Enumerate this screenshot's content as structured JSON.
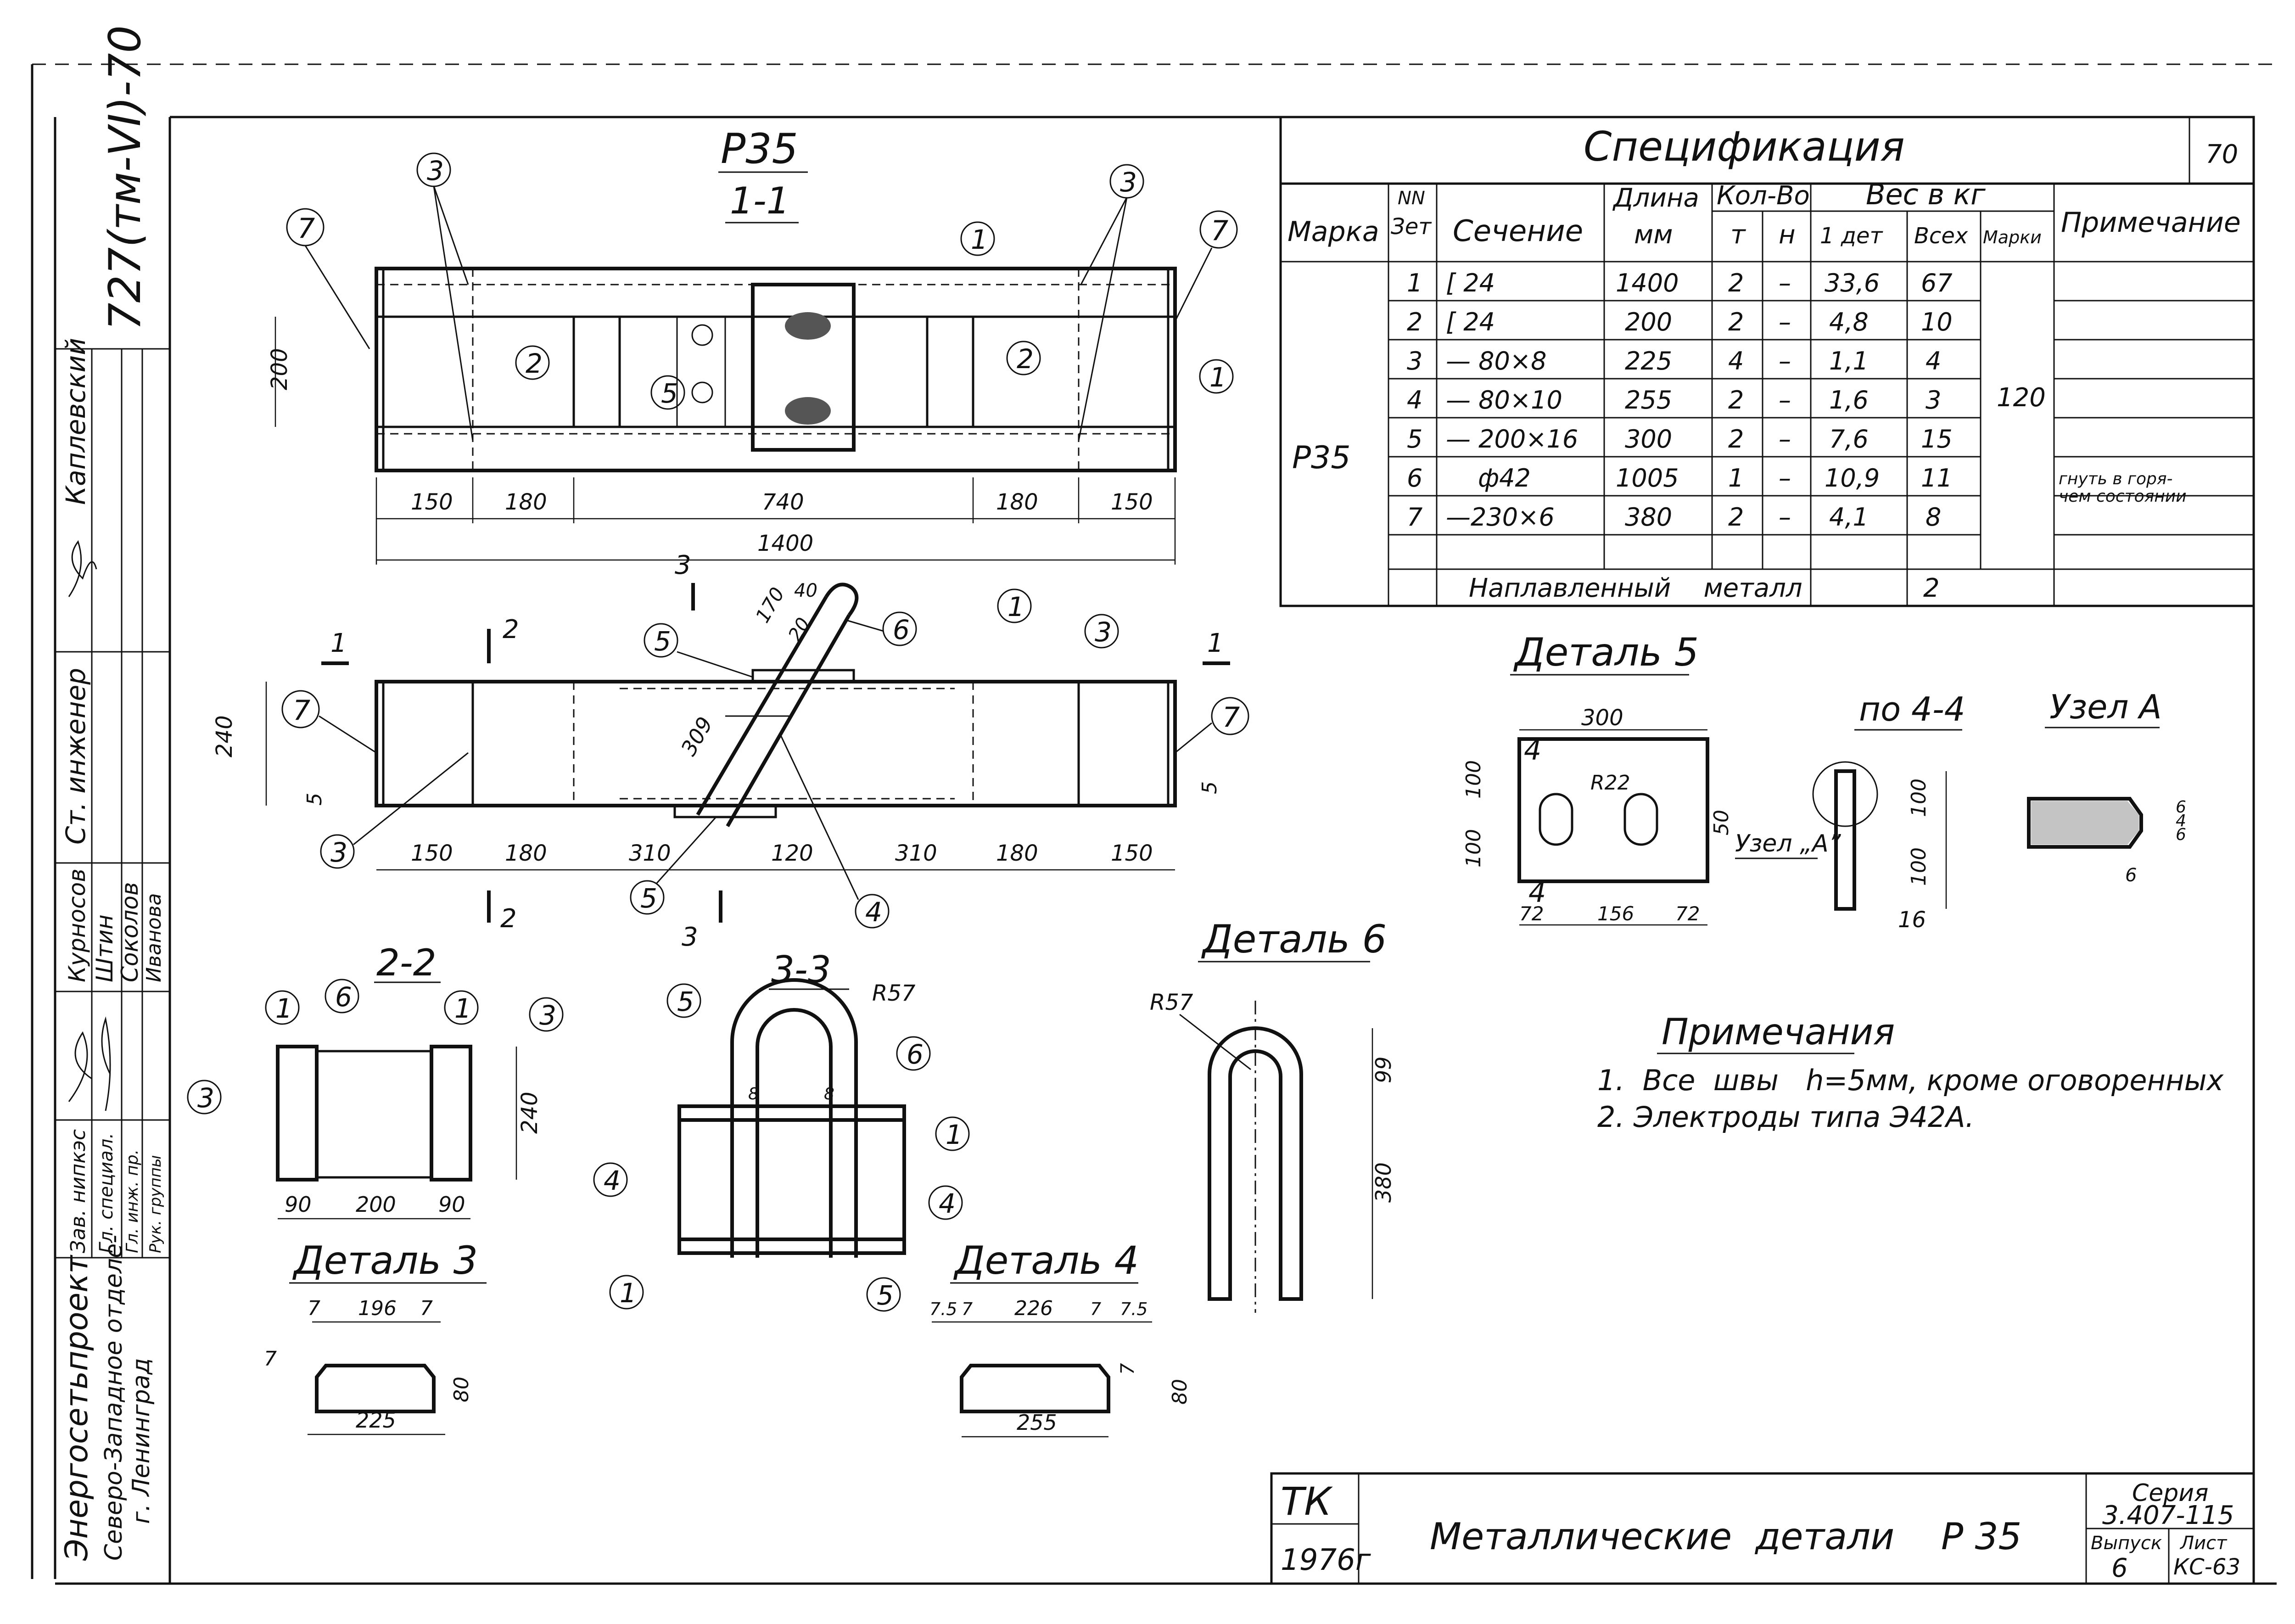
{
  "title": {
    "mark": "Р35",
    "section_1_1": "1-1"
  },
  "section_2_2": "2-2",
  "section_3_3": "3-3",
  "detail3": {
    "title": "Деталь 3",
    "dims": [
      "7",
      "196",
      "7",
      "225",
      "7",
      "80"
    ]
  },
  "detail4": {
    "title": "Деталь 4",
    "dims": [
      "7.5",
      "7",
      "226",
      "7",
      "7.5",
      "255",
      "7",
      "80"
    ]
  },
  "detail5": {
    "title": "Деталь 5",
    "dims": [
      "300",
      "100",
      "100",
      "R22",
      "50",
      "4",
      "4",
      "72",
      "156",
      "72"
    ]
  },
  "detail6": {
    "title": "Деталь 6",
    "dims": [
      "R57",
      "99",
      "380"
    ]
  },
  "view_4_4": {
    "title": "по 4-4",
    "dims": [
      "100",
      "100",
      "16"
    ],
    "node_label": "Узел „А”"
  },
  "node_a": {
    "title": "Узел А",
    "dims": [
      "6",
      "4",
      "6",
      "6"
    ]
  },
  "top_view_dims": {
    "left_h": "200",
    "parts": [
      "150",
      "180",
      "740",
      "180",
      "150"
    ],
    "total": "1400"
  },
  "front_view_dims": {
    "left_h": "240",
    "gap": "5",
    "parts": [
      "150",
      "180",
      "310",
      "120",
      "310",
      "180",
      "150"
    ],
    "incline": [
      "309",
      "170",
      "40",
      "20"
    ],
    "right_gap": "5"
  },
  "sec22_dims": {
    "h": "240",
    "parts": [
      "90",
      "200",
      "90"
    ]
  },
  "sec33_dims": {
    "r": "R57"
  },
  "section_marks": {
    "s1": "1",
    "s2": "2",
    "s3": "3"
  },
  "position_numbers": [
    "1",
    "2",
    "3",
    "4",
    "5",
    "6",
    "7"
  ],
  "weld_marks": [
    "6",
    "8",
    "8",
    "5"
  ],
  "spec": {
    "title": "Спецификация",
    "page_no": "70",
    "headers": {
      "marka": "Марка",
      "nn": "NN",
      "det": "Зет",
      "section": "Сечение",
      "length": "Длина",
      "length_unit": "мм",
      "qty": "Кол-Во",
      "qty_t": "т",
      "qty_n": "н",
      "weight": "Вес  в кг",
      "w_1det": "1 дет",
      "w_all": "Всех",
      "w_marki": "Марки",
      "note": "Примечание"
    },
    "marka_value": "Р35",
    "total_weight": "120",
    "rows": [
      {
        "n": "1",
        "section": "[ 24",
        "length": "1400",
        "t": "2",
        "h": "–",
        "w1": "33,6",
        "wall": "67",
        "note": ""
      },
      {
        "n": "2",
        "section": "[ 24",
        "length": "200",
        "t": "2",
        "h": "–",
        "w1": "4,8",
        "wall": "10",
        "note": ""
      },
      {
        "n": "3",
        "section": "— 80×8",
        "length": "225",
        "t": "4",
        "h": "–",
        "w1": "1,1",
        "wall": "4",
        "note": ""
      },
      {
        "n": "4",
        "section": "— 80×10",
        "length": "255",
        "t": "2",
        "h": "–",
        "w1": "1,6",
        "wall": "3",
        "note": ""
      },
      {
        "n": "5",
        "section": "— 200×16",
        "length": "300",
        "t": "2",
        "h": "–",
        "w1": "7,6",
        "wall": "15",
        "note": ""
      },
      {
        "n": "6",
        "section": "ф42",
        "length": "1005",
        "t": "1",
        "h": "–",
        "w1": "10,9",
        "wall": "11",
        "note": "гнуть в горя-\nчем состоянии"
      },
      {
        "n": "7",
        "section": "—230×6",
        "length": "380",
        "t": "2",
        "h": "–",
        "w1": "4,1",
        "wall": "8",
        "note": ""
      }
    ],
    "weld_row": {
      "label": "Наплавленный    металл",
      "value": "2"
    }
  },
  "notes": {
    "title": "Примечания",
    "items": [
      "1.  Все  швы   h=5мм, кроме оговоренных",
      "2. Электроды типа Э42А."
    ]
  },
  "stamp": {
    "tk": "ТК",
    "year": "1976г",
    "name": "Металлические  детали    Р 35",
    "series_label": "Серия",
    "series_value": "3.407-115",
    "issue_label": "Выпуск",
    "issue_value": "6",
    "sheet_label": "Лист",
    "sheet_value": "КС-63"
  },
  "side_stamp": {
    "doc_no": "727(тм-VI)-70",
    "org1": "Энергосетьпроект",
    "org2": "Северо-Западное отделе-",
    "org3": "г. Ленинград",
    "roles": [
      "Зав. нипкэс",
      "Гл. специал.",
      "Гл. инж. пр.",
      "Рук. группы"
    ],
    "names": [
      "Курносов",
      "Штин",
      "Соколов",
      "Иванова"
    ],
    "role_engineer": "Ст. инженер",
    "role_check": "Каплевский"
  }
}
